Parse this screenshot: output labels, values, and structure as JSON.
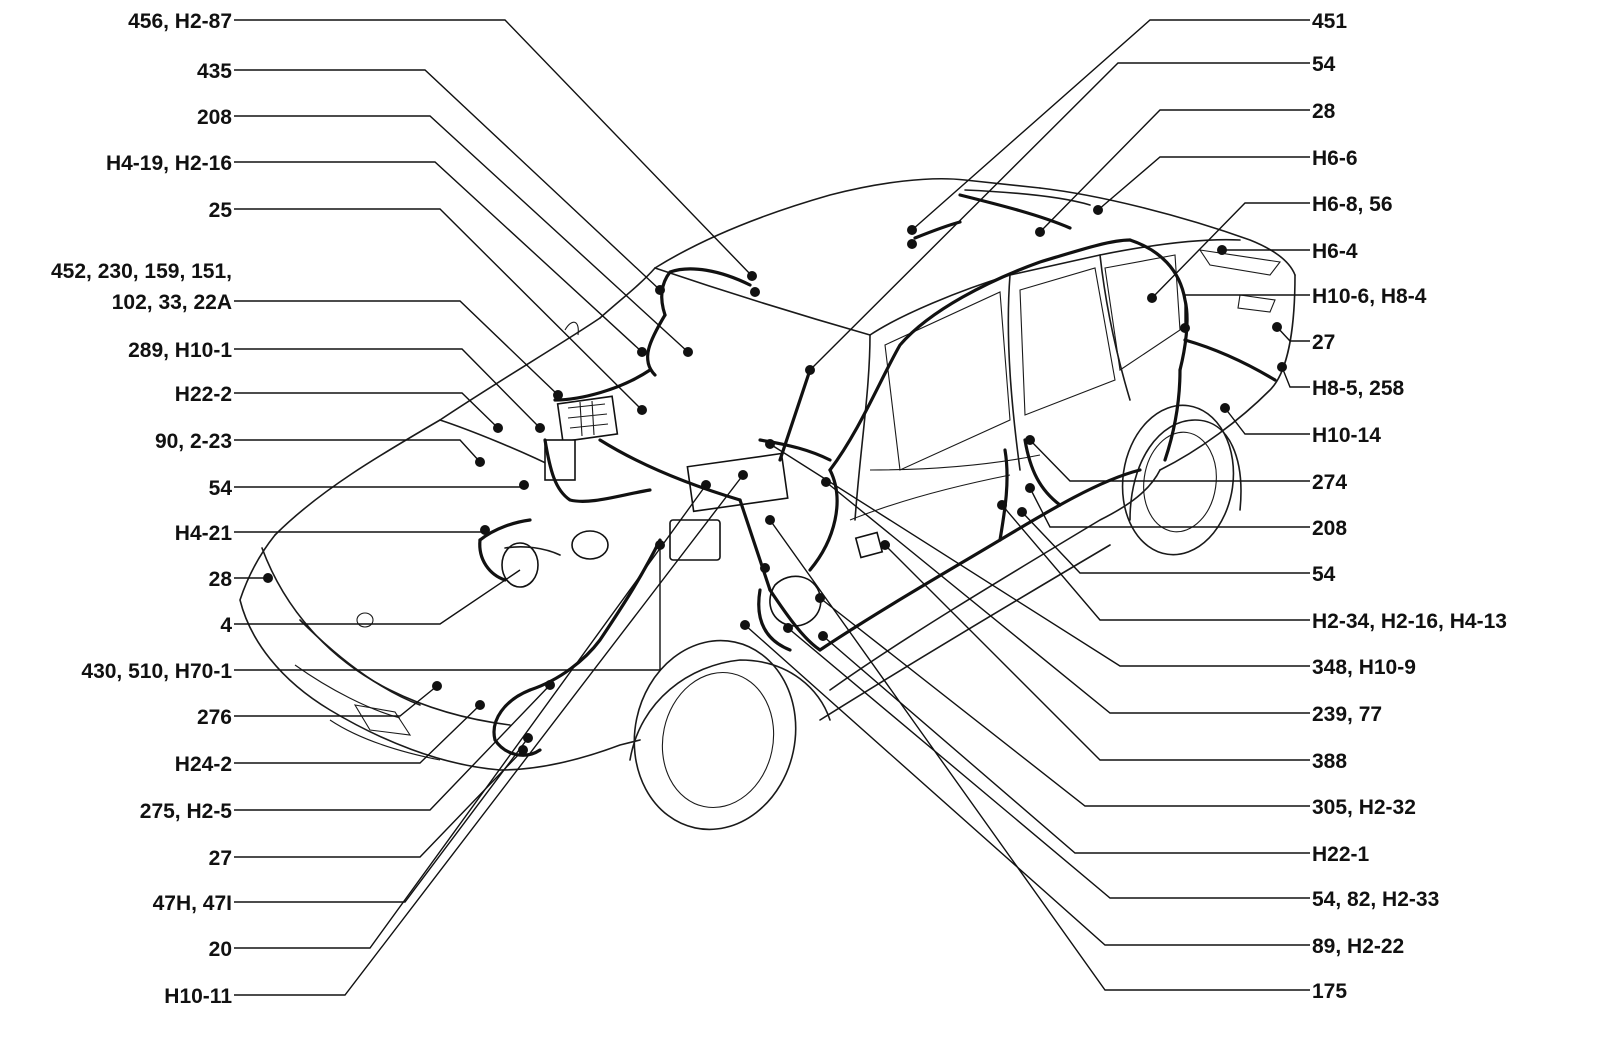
{
  "callouts_left": [
    {
      "id": "l1",
      "text": "456, H2-87"
    },
    {
      "id": "l2",
      "text": "435"
    },
    {
      "id": "l3",
      "text": "208"
    },
    {
      "id": "l4",
      "text": "H4-19, H2-16"
    },
    {
      "id": "l5",
      "text": "25"
    },
    {
      "id": "l6a",
      "text": "452, 230, 159, 151,"
    },
    {
      "id": "l6",
      "text": "102, 33, 22A"
    },
    {
      "id": "l7",
      "text": "289, H10-1"
    },
    {
      "id": "l8",
      "text": "H22-2"
    },
    {
      "id": "l9",
      "text": "90, 2-23"
    },
    {
      "id": "l10",
      "text": "54"
    },
    {
      "id": "l11",
      "text": "H4-21"
    },
    {
      "id": "l12",
      "text": "28"
    },
    {
      "id": "l13",
      "text": "4"
    },
    {
      "id": "l14",
      "text": "430, 510, H70-1"
    },
    {
      "id": "l15",
      "text": "276"
    },
    {
      "id": "l16",
      "text": "H24-2"
    },
    {
      "id": "l17",
      "text": "275, H2-5"
    },
    {
      "id": "l18",
      "text": "27"
    },
    {
      "id": "l19",
      "text": "47H, 47I"
    },
    {
      "id": "l20",
      "text": "20"
    },
    {
      "id": "l21",
      "text": "H10-11"
    }
  ],
  "callouts_right": [
    {
      "id": "r1",
      "text": "451"
    },
    {
      "id": "r2",
      "text": "54"
    },
    {
      "id": "r3",
      "text": "28"
    },
    {
      "id": "r4",
      "text": "H6-6"
    },
    {
      "id": "r5",
      "text": "H6-8, 56"
    },
    {
      "id": "r6",
      "text": "H6-4"
    },
    {
      "id": "r7",
      "text": "H10-6, H8-4"
    },
    {
      "id": "r8",
      "text": "27"
    },
    {
      "id": "r9",
      "text": "H8-5, 258"
    },
    {
      "id": "r10",
      "text": "H10-14"
    },
    {
      "id": "r11",
      "text": "274"
    },
    {
      "id": "r12",
      "text": "208"
    },
    {
      "id": "r13",
      "text": "54"
    },
    {
      "id": "r14",
      "text": "H2-34, H2-16, H4-13"
    },
    {
      "id": "r15",
      "text": "348, H10-9"
    },
    {
      "id": "r16",
      "text": "239, 77"
    },
    {
      "id": "r17",
      "text": "388"
    },
    {
      "id": "r18",
      "text": "305, H2-32"
    },
    {
      "id": "r19",
      "text": "H22-1"
    },
    {
      "id": "r20",
      "text": "54, 82, H2-33"
    },
    {
      "id": "r21",
      "text": "89, H2-22"
    },
    {
      "id": "r22",
      "text": "175"
    }
  ]
}
